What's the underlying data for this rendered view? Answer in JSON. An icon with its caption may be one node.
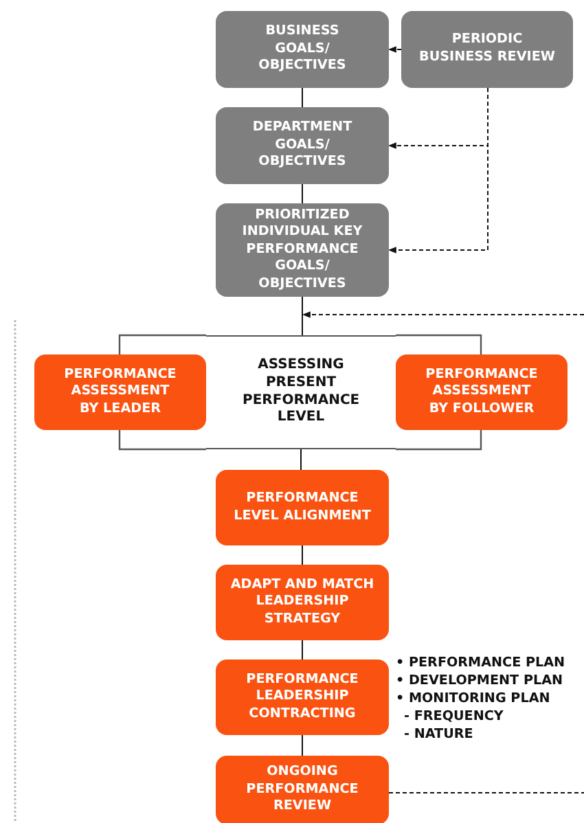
{
  "diagram": {
    "nodes": [
      {
        "text": [
          "BUSINESS GOALS/ OBJECTIVES"
        ]
      },
      {
        "text": [
          "PERIODIC BUSINESS REVIEW"
        ]
      },
      {
        "text": [
          "DEPARTMENT GOALS/ OBJECTIVES"
        ]
      },
      {
        "text": [
          "PRIORITIZED INDIVIDUAL KEY PERFORMANCE GOALS/ OBJECTIVES"
        ]
      },
      {
        "text": [
          "ASSESSING PRESENT PERFORMANCE LEVEL"
        ]
      },
      {
        "text": [
          "PERFORMANCE ASSESSMENT BY LEADER"
        ]
      },
      {
        "text": [
          "PERFORMANCE ASSESSMENT BY FOLLOWER"
        ]
      },
      {
        "text": [
          "PERFORMANCE LEVEL ALIGNMENT"
        ]
      },
      {
        "text": [
          "ADAPT AND MATCH LEADERSHIP STRATEGY"
        ]
      },
      {
        "text": [
          "PERFORMANCE LEADERSHIP CONTRACTING"
        ],
        "beside": [
          "• PERFORMANCE PLAN",
          "• DEVELOPMENT PLAN",
          "• MONITORING PLAN",
          "- FREQUENCY",
          "- NATURE"
        ]
      },
      {
        "text": [
          "ONGOING PERFORMANCE REVIEW"
        ]
      }
    ],
    "edges": [
      {
        "from": 0,
        "to": 2,
        "arrow": "none"
      },
      {
        "from": 2,
        "to": 3,
        "arrow": "none"
      },
      {
        "from": 3,
        "to": 4,
        "arrow": "none"
      },
      {
        "from": 4,
        "to": 7,
        "arrow": "none"
      },
      {
        "from": 7,
        "to": 8,
        "arrow": "none"
      },
      {
        "from": 8,
        "to": 9,
        "arrow": "none"
      },
      {
        "from": 9,
        "to": 10,
        "arrow": "none"
      },
      {
        "from": 1,
        "to": 0,
        "arrow": "to",
        "style": "dashed"
      },
      {
        "from": 1,
        "to": 2,
        "arrow": "to",
        "style": "dashed"
      },
      {
        "from": 1,
        "to": 3,
        "arrow": "to",
        "style": "dashed"
      },
      {
        "from": 10,
        "to": null,
        "arrow": "none",
        "style": "dashed"
      },
      {
        "from": null,
        "to": 4,
        "arrow": "to",
        "style": "dashed"
      }
    ]
  }
}
